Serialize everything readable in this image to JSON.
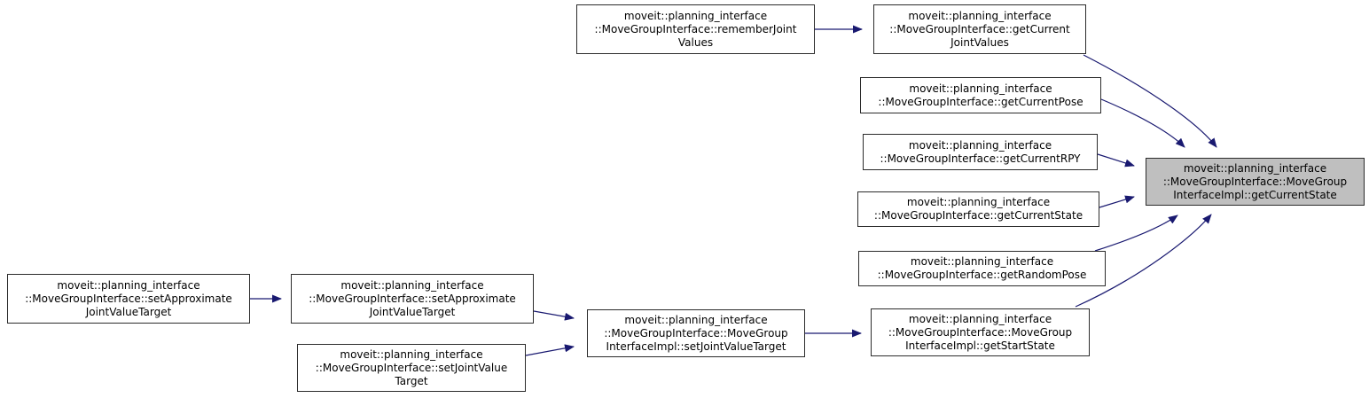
{
  "graph": {
    "type": "doxygen-call-graph",
    "colors": {
      "edge": "#191970",
      "node_border": "#2b2b2b",
      "node_fill": "#ffffff",
      "highlight_fill": "#bfbfbf",
      "text": "#000000",
      "background": "#ffffff"
    },
    "nodes": [
      {
        "id": "remember-joint-values",
        "highlighted": false,
        "lines": [
          "moveit::planning_interface",
          "::MoveGroupInterface::rememberJoint",
          "Values"
        ]
      },
      {
        "id": "get-current-joint-values",
        "highlighted": false,
        "lines": [
          "moveit::planning_interface",
          "::MoveGroupInterface::getCurrent",
          "JointValues"
        ]
      },
      {
        "id": "get-current-pose",
        "highlighted": false,
        "lines": [
          "moveit::planning_interface",
          "::MoveGroupInterface::getCurrentPose"
        ]
      },
      {
        "id": "get-current-rpy",
        "highlighted": false,
        "lines": [
          "moveit::planning_interface",
          "::MoveGroupInterface::getCurrentRPY"
        ]
      },
      {
        "id": "move-group-interface-impl-get-current-state",
        "highlighted": true,
        "lines": [
          "moveit::planning_interface",
          "::MoveGroupInterface::MoveGroup",
          "InterfaceImpl::getCurrentState"
        ]
      },
      {
        "id": "get-current-state",
        "highlighted": false,
        "lines": [
          "moveit::planning_interface",
          "::MoveGroupInterface::getCurrentState"
        ]
      },
      {
        "id": "get-random-pose",
        "highlighted": false,
        "lines": [
          "moveit::planning_interface",
          "::MoveGroupInterface::getRandomPose"
        ]
      },
      {
        "id": "set-approximate-joint-value-target-caller",
        "highlighted": false,
        "lines": [
          "moveit::planning_interface",
          "::MoveGroupInterface::setApproximate",
          "JointValueTarget"
        ]
      },
      {
        "id": "set-approximate-joint-value-target",
        "highlighted": false,
        "lines": [
          "moveit::planning_interface",
          "::MoveGroupInterface::setApproximate",
          "JointValueTarget"
        ]
      },
      {
        "id": "set-joint-value-target",
        "highlighted": false,
        "lines": [
          "moveit::planning_interface",
          "::MoveGroupInterface::setJointValue",
          "Target"
        ]
      },
      {
        "id": "move-group-interface-impl-set-joint-value-target",
        "highlighted": false,
        "lines": [
          "moveit::planning_interface",
          "::MoveGroupInterface::MoveGroup",
          "InterfaceImpl::setJointValueTarget"
        ]
      },
      {
        "id": "move-group-interface-impl-get-start-state",
        "highlighted": false,
        "lines": [
          "moveit::planning_interface",
          "::MoveGroupInterface::MoveGroup",
          "InterfaceImpl::getStartState"
        ]
      }
    ],
    "edges": [
      {
        "from": "remember-joint-values",
        "to": "get-current-joint-values"
      },
      {
        "from": "get-current-joint-values",
        "to": "move-group-interface-impl-get-current-state"
      },
      {
        "from": "get-current-pose",
        "to": "move-group-interface-impl-get-current-state"
      },
      {
        "from": "get-current-rpy",
        "to": "move-group-interface-impl-get-current-state"
      },
      {
        "from": "get-current-state",
        "to": "move-group-interface-impl-get-current-state"
      },
      {
        "from": "get-random-pose",
        "to": "move-group-interface-impl-get-current-state"
      },
      {
        "from": "move-group-interface-impl-get-start-state",
        "to": "move-group-interface-impl-get-current-state"
      },
      {
        "from": "set-approximate-joint-value-target-caller",
        "to": "set-approximate-joint-value-target"
      },
      {
        "from": "set-approximate-joint-value-target",
        "to": "move-group-interface-impl-set-joint-value-target"
      },
      {
        "from": "set-joint-value-target",
        "to": "move-group-interface-impl-set-joint-value-target"
      },
      {
        "from": "move-group-interface-impl-set-joint-value-target",
        "to": "move-group-interface-impl-get-start-state"
      }
    ]
  }
}
